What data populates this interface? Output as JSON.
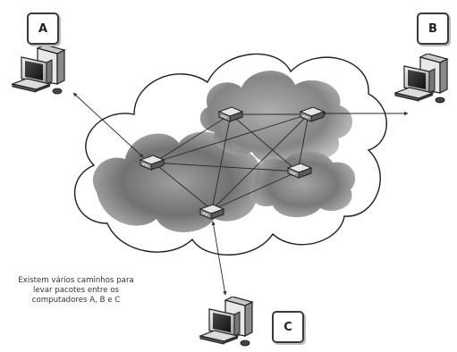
{
  "computers": [
    {
      "id": "A",
      "label": "A"
    },
    {
      "id": "B",
      "label": "B"
    },
    {
      "id": "C",
      "label": "C"
    }
  ],
  "caption": {
    "lines": [
      "Existem vários caminhos para",
      "levar pacotes entre os",
      "computadores A, B e C"
    ]
  },
  "routers": [
    "r1",
    "r2",
    "r3",
    "r4",
    "r5"
  ],
  "connections": [
    [
      "A",
      "r3"
    ],
    [
      "B",
      "r2"
    ],
    [
      "C",
      "r5"
    ],
    [
      "r1",
      "r2"
    ],
    [
      "r1",
      "r3"
    ],
    [
      "r1",
      "r4"
    ],
    [
      "r1",
      "r5"
    ],
    [
      "r2",
      "r3"
    ],
    [
      "r2",
      "r4"
    ],
    [
      "r2",
      "r5"
    ],
    [
      "r3",
      "r4"
    ],
    [
      "r3",
      "r5"
    ],
    [
      "r4",
      "r5"
    ]
  ]
}
